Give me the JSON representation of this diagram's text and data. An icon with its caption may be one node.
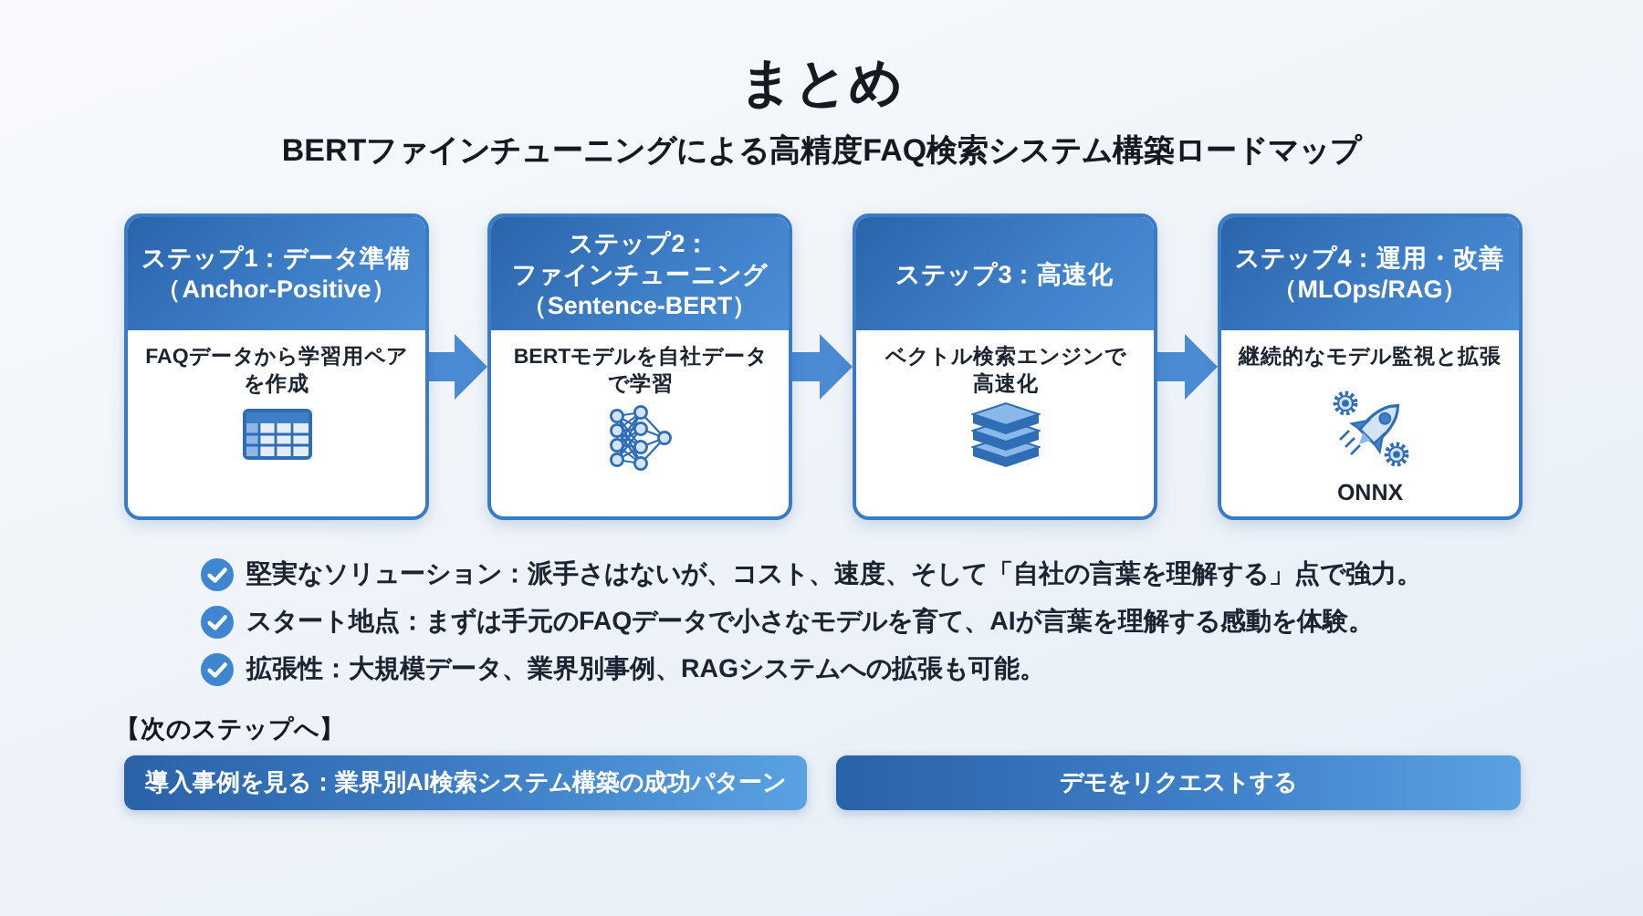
{
  "diagram": {
    "title": "まとめ",
    "nodes": [
      {
        "text": [
          "ステップ1：データ準備",
          "（Anchor-Positive）",
          "FAQデータから学習用ペアを作成"
        ]
      },
      {
        "text": [
          "ステップ2：ファインチューニング",
          "（Sentence-BERT）",
          "BERTモデルを自社データで学習"
        ]
      },
      {
        "text": [
          "ステップ3：高速化",
          "ベクトル検索エンジンで高速化"
        ]
      },
      {
        "text": [
          "ステップ4：運用・改善",
          "（MLOps/RAG）",
          "継続的なモデル監視と拡張",
          "ONNX"
        ]
      },
      {
        "text": [
          "導入事例を見る：業界別AI検索システム構築の成功パターン"
        ]
      },
      {
        "text": [
          "デモをリクエストする"
        ]
      }
    ],
    "edges": [
      {
        "from": 0,
        "to": 1,
        "arrow": "to"
      },
      {
        "from": 1,
        "to": 2,
        "arrow": "to"
      },
      {
        "from": 2,
        "to": 3,
        "arrow": "to"
      }
    ],
    "labels": [
      "BERTファインチューニングによる高精度FAQ検索システム構築ロードマップ",
      "堅実なソリューション：派手さはないが、コスト、速度、そして「自社の言葉を理解する」点で強力。",
      "スタート地点：まずは手元のFAQデータで小さなモデルを育て、AIが言葉を理解する感動を体験。",
      "拡張性：大規模データ、業界別事例、RAGシステムへの拡張も可能。",
      "【次のステップへ】"
    ]
  }
}
